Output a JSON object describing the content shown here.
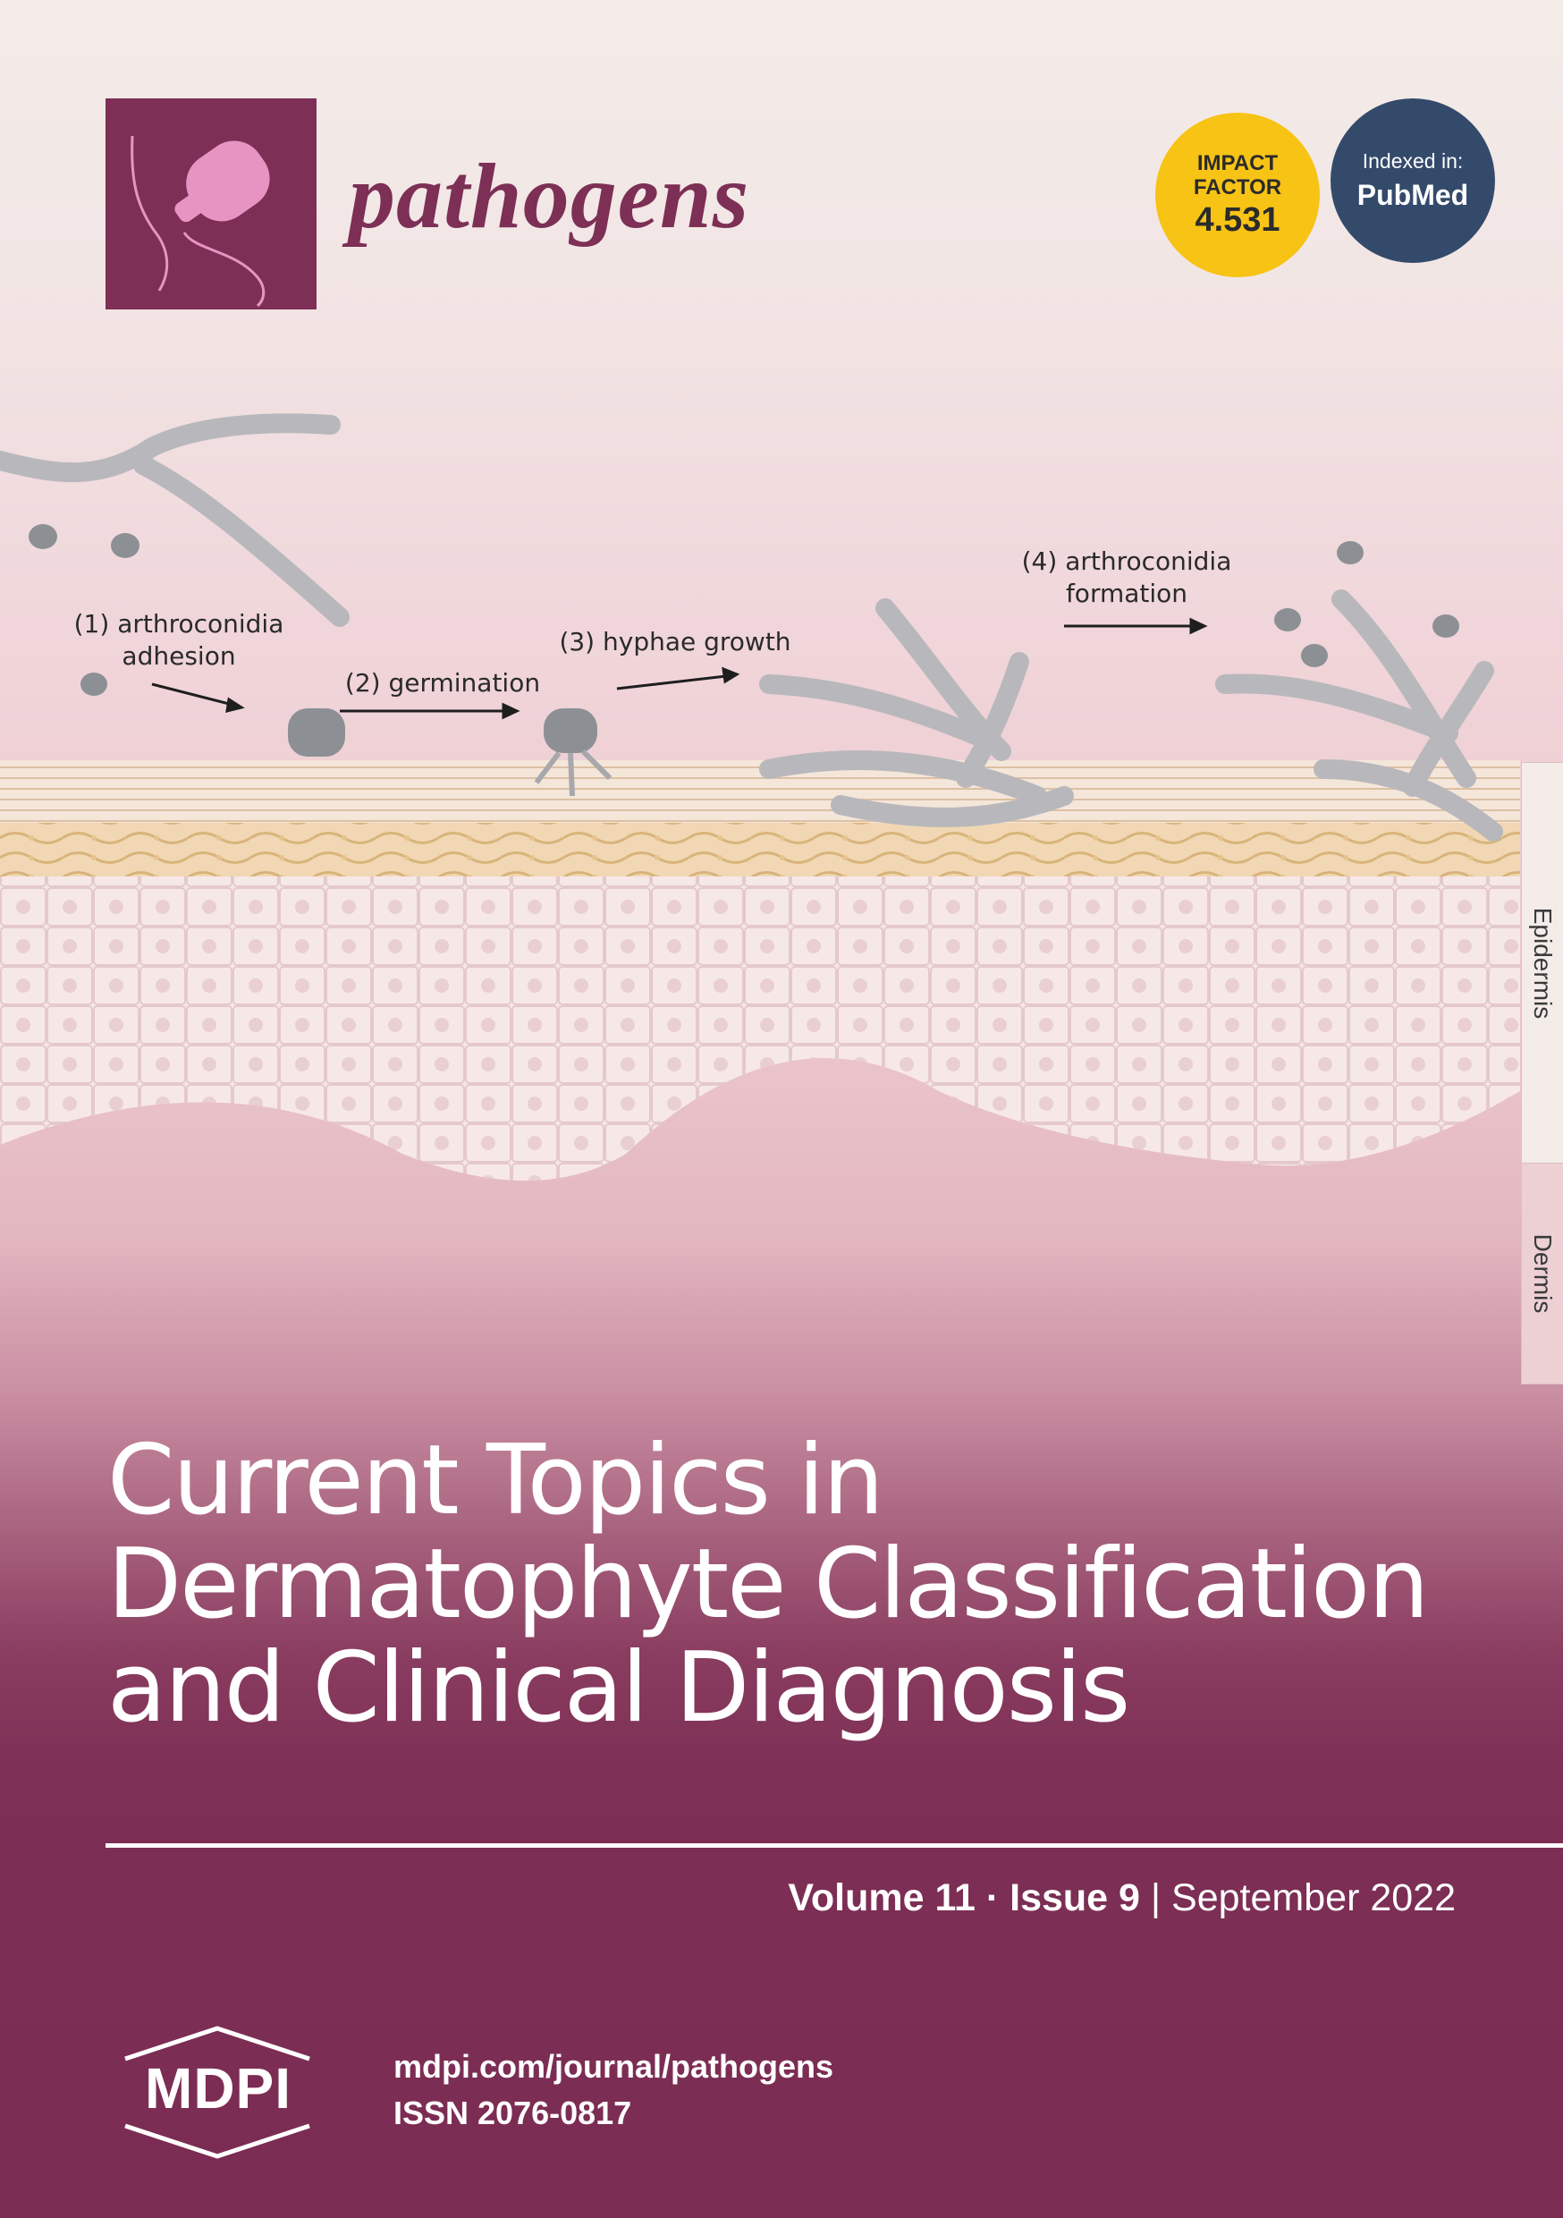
{
  "journal": {
    "name": "pathogens",
    "impact_factor": {
      "label_line1": "IMPACT",
      "label_line2": "FACTOR",
      "value": "4.531"
    },
    "indexed": {
      "label": "Indexed in:",
      "value": "PubMed"
    }
  },
  "figure": {
    "steps": [
      {
        "number": "(1)",
        "line1": "(1) arthroconidia",
        "line2": "adhesion"
      },
      {
        "number": "(2)",
        "line1": "(2) germination",
        "line2": ""
      },
      {
        "number": "(3)",
        "line1": "(3) hyphae growth",
        "line2": ""
      },
      {
        "number": "(4)",
        "line1": "(4) arthroconidia",
        "line2": "formation"
      }
    ],
    "layers": [
      "Epidermis",
      "Dermis"
    ]
  },
  "cover": {
    "title_lines": [
      "Current Topics in",
      "Dermatophyte Classification",
      "and Clinical Diagnosis"
    ],
    "volume": "Volume 11",
    "separator": "·",
    "issue": "Issue 9",
    "divider": "|",
    "date": "September 2022"
  },
  "publisher": {
    "name": "MDPI",
    "url": "mdpi.com/journal/pathogens",
    "issn": "ISSN 2076-0817"
  },
  "colors": {
    "brand": "#7d2f55",
    "impact_badge": "#f7c315",
    "pubmed_badge": "#344a6b"
  }
}
